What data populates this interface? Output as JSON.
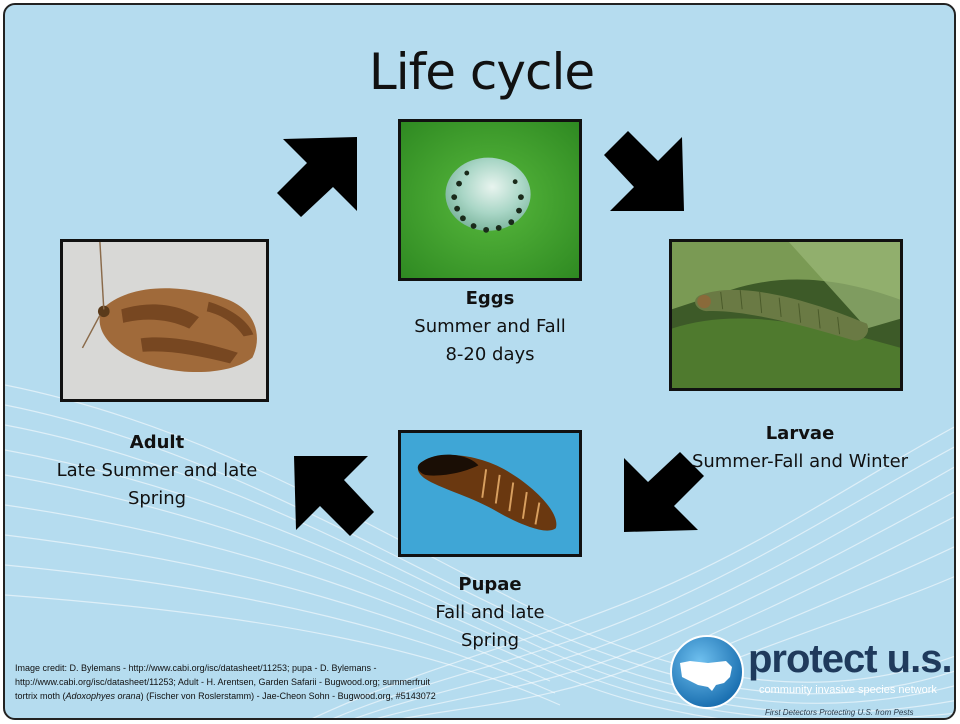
{
  "title": "Life cycle",
  "stages": {
    "eggs": {
      "name": "Eggs",
      "line1": "Summer and Fall",
      "line2": "8-20 days"
    },
    "larvae": {
      "name": "Larvae",
      "line1": "Summer-Fall and Winter"
    },
    "pupae": {
      "name": "Pupae",
      "line1": "Fall and late",
      "line2": "Spring"
    },
    "adult": {
      "name": "Adult",
      "line1": "Late Summer and late",
      "line2": "Spring"
    }
  },
  "credit": {
    "line1": "Image credit: D. Bylemans - http://www.cabi.org/isc/datasheet/11253; pupa - D. Bylemans -",
    "line2": "http://www.cabi.org/isc/datasheet/11253; Adult - H. Arentsen, Garden Safarii - Bugwood.org; summerfruit",
    "line3_pre": "tortrix moth (",
    "line3_italic": "Adoxophyes orana",
    "line3_post": ") (Fischer von Roslerstamm) - Jae-Cheon Sohn - Bugwood.org, #5143072"
  },
  "logo": {
    "name": "protect u.s.",
    "subtitle": "community invasive species network",
    "tagline": "First Detectors Protecting U.S. from Pests"
  },
  "colors": {
    "background": "#b5dcef",
    "arrow": "#000000",
    "logo_text": "#1f3a5c"
  },
  "icons": {
    "arrows": "thick-black-arrow",
    "logo": "us-map-globe-icon"
  }
}
